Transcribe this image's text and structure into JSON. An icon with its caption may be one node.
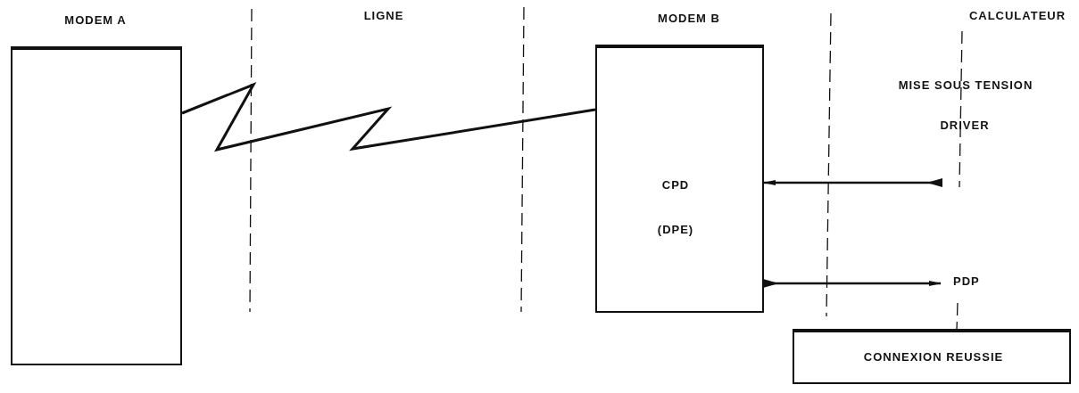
{
  "diagram": {
    "nodes": [
      {
        "text": [
          "MODEM A"
        ]
      },
      {
        "text": [
          "MODEM B",
          "CPD",
          "(DPE)"
        ]
      },
      {
        "text": [
          "PDP"
        ]
      },
      {
        "text": [
          "CONNEXION REUSSIE"
        ]
      }
    ],
    "edges": [
      {
        "from": 0,
        "to": 1,
        "arrow": "none"
      },
      {
        "from": null,
        "to": 1,
        "arrow": "to"
      },
      {
        "from": 1,
        "to": 2,
        "arrow": "to"
      }
    ],
    "labels": [
      "LIGNE",
      "CALCULATEUR",
      "MISE SOUS TENSION",
      "DRIVER"
    ]
  }
}
